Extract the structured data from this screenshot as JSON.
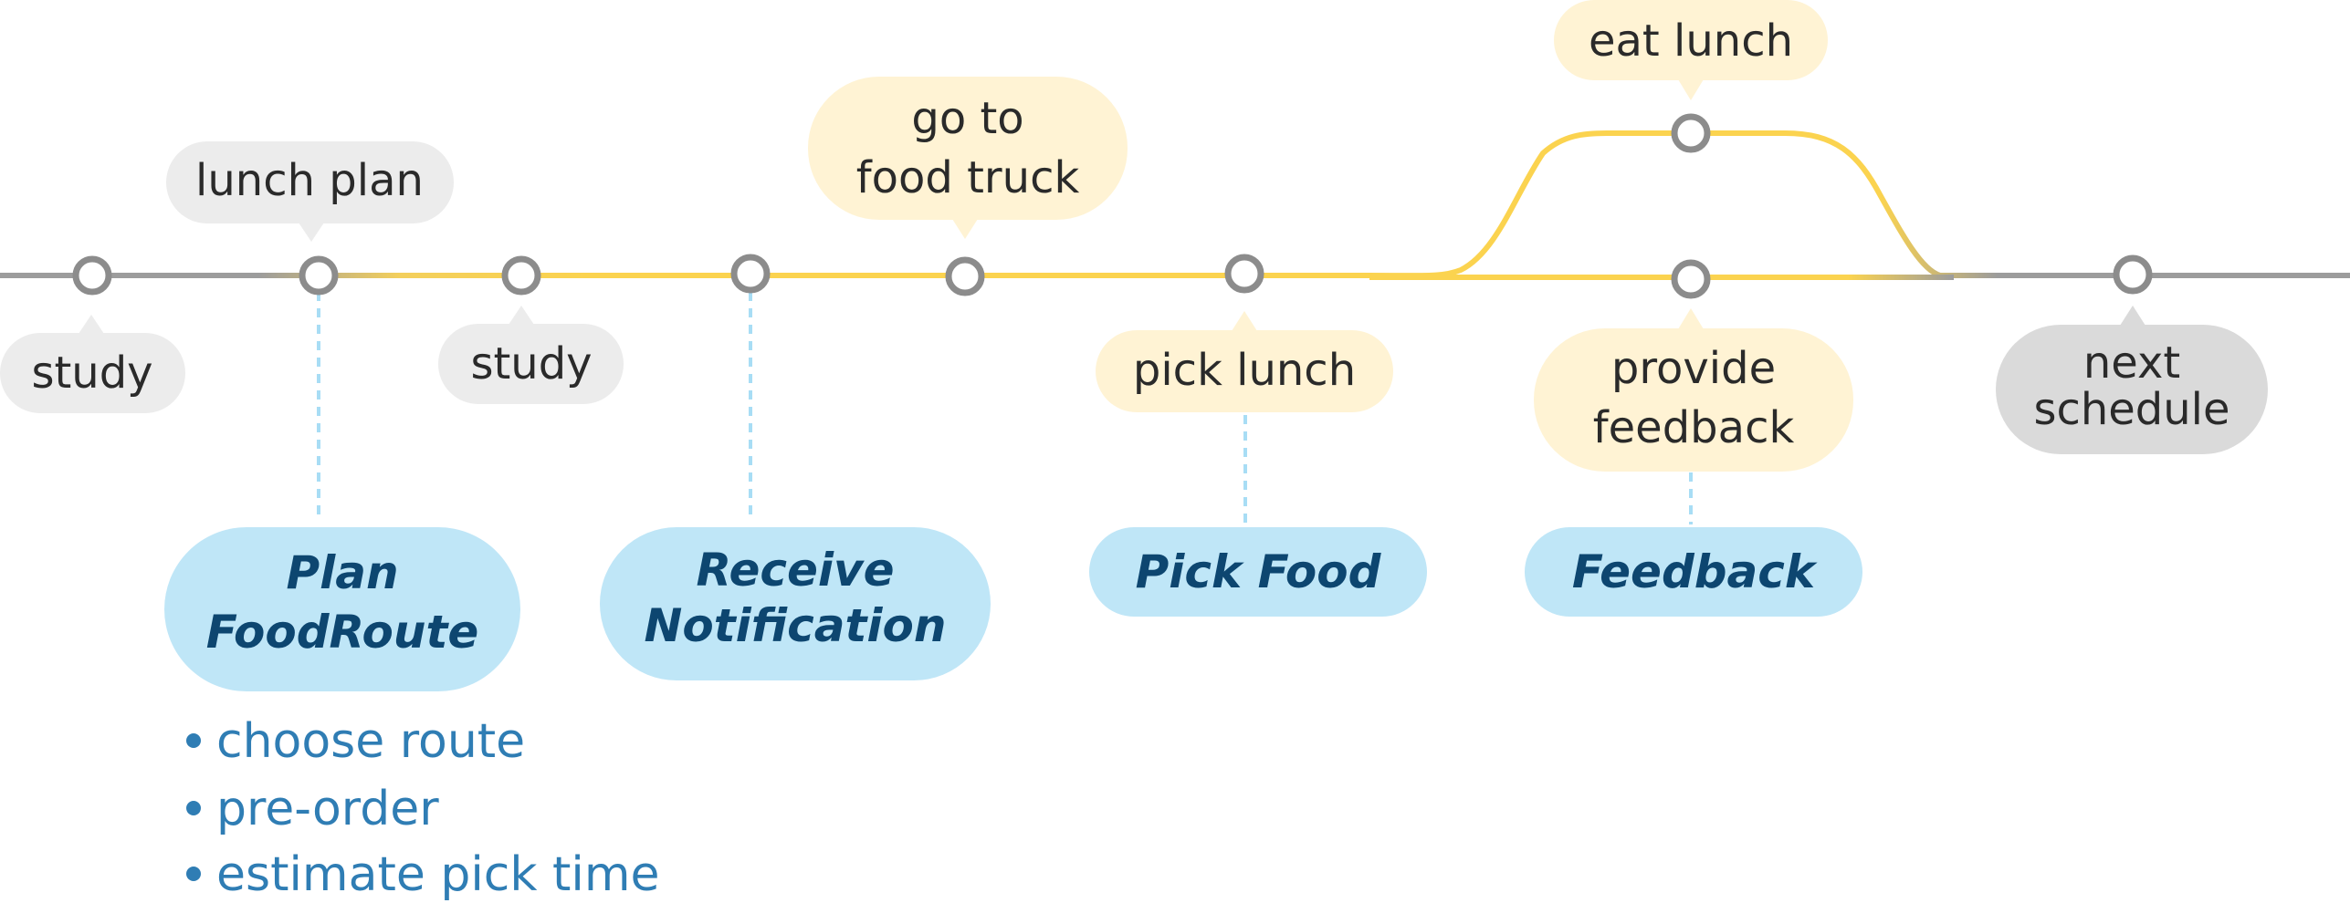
{
  "colors": {
    "track_gray": "#9c9c9c",
    "track_yellow": "#fbd34f",
    "node_stroke": "#8c8c8c",
    "bubble_gray": "#ececec",
    "bubble_gray_dark": "#dadada",
    "bubble_yellow": "#fff3d4",
    "feature_fill": "#bfe6f7",
    "feature_text": "#0d4670",
    "connector": "#a8ddf5",
    "bullet_text": "#2f7db4"
  },
  "timeline": {
    "study_1": "study",
    "lunch_plan": "lunch plan",
    "study_2": "study",
    "go_to_food_truck": [
      "go to",
      "food truck"
    ],
    "pick_lunch": "pick lunch",
    "eat_lunch": "eat lunch",
    "provide_feedback": [
      "provide",
      "feedback"
    ],
    "next_schedule": [
      "next",
      "schedule"
    ]
  },
  "features": {
    "plan_food_route": [
      "Plan",
      "FoodRoute"
    ],
    "receive_notification": [
      "Receive",
      "Notification"
    ],
    "pick_food": "Pick Food",
    "feedback": "Feedback"
  },
  "plan_details": [
    "choose route",
    "pre-order",
    "estimate pick time"
  ]
}
